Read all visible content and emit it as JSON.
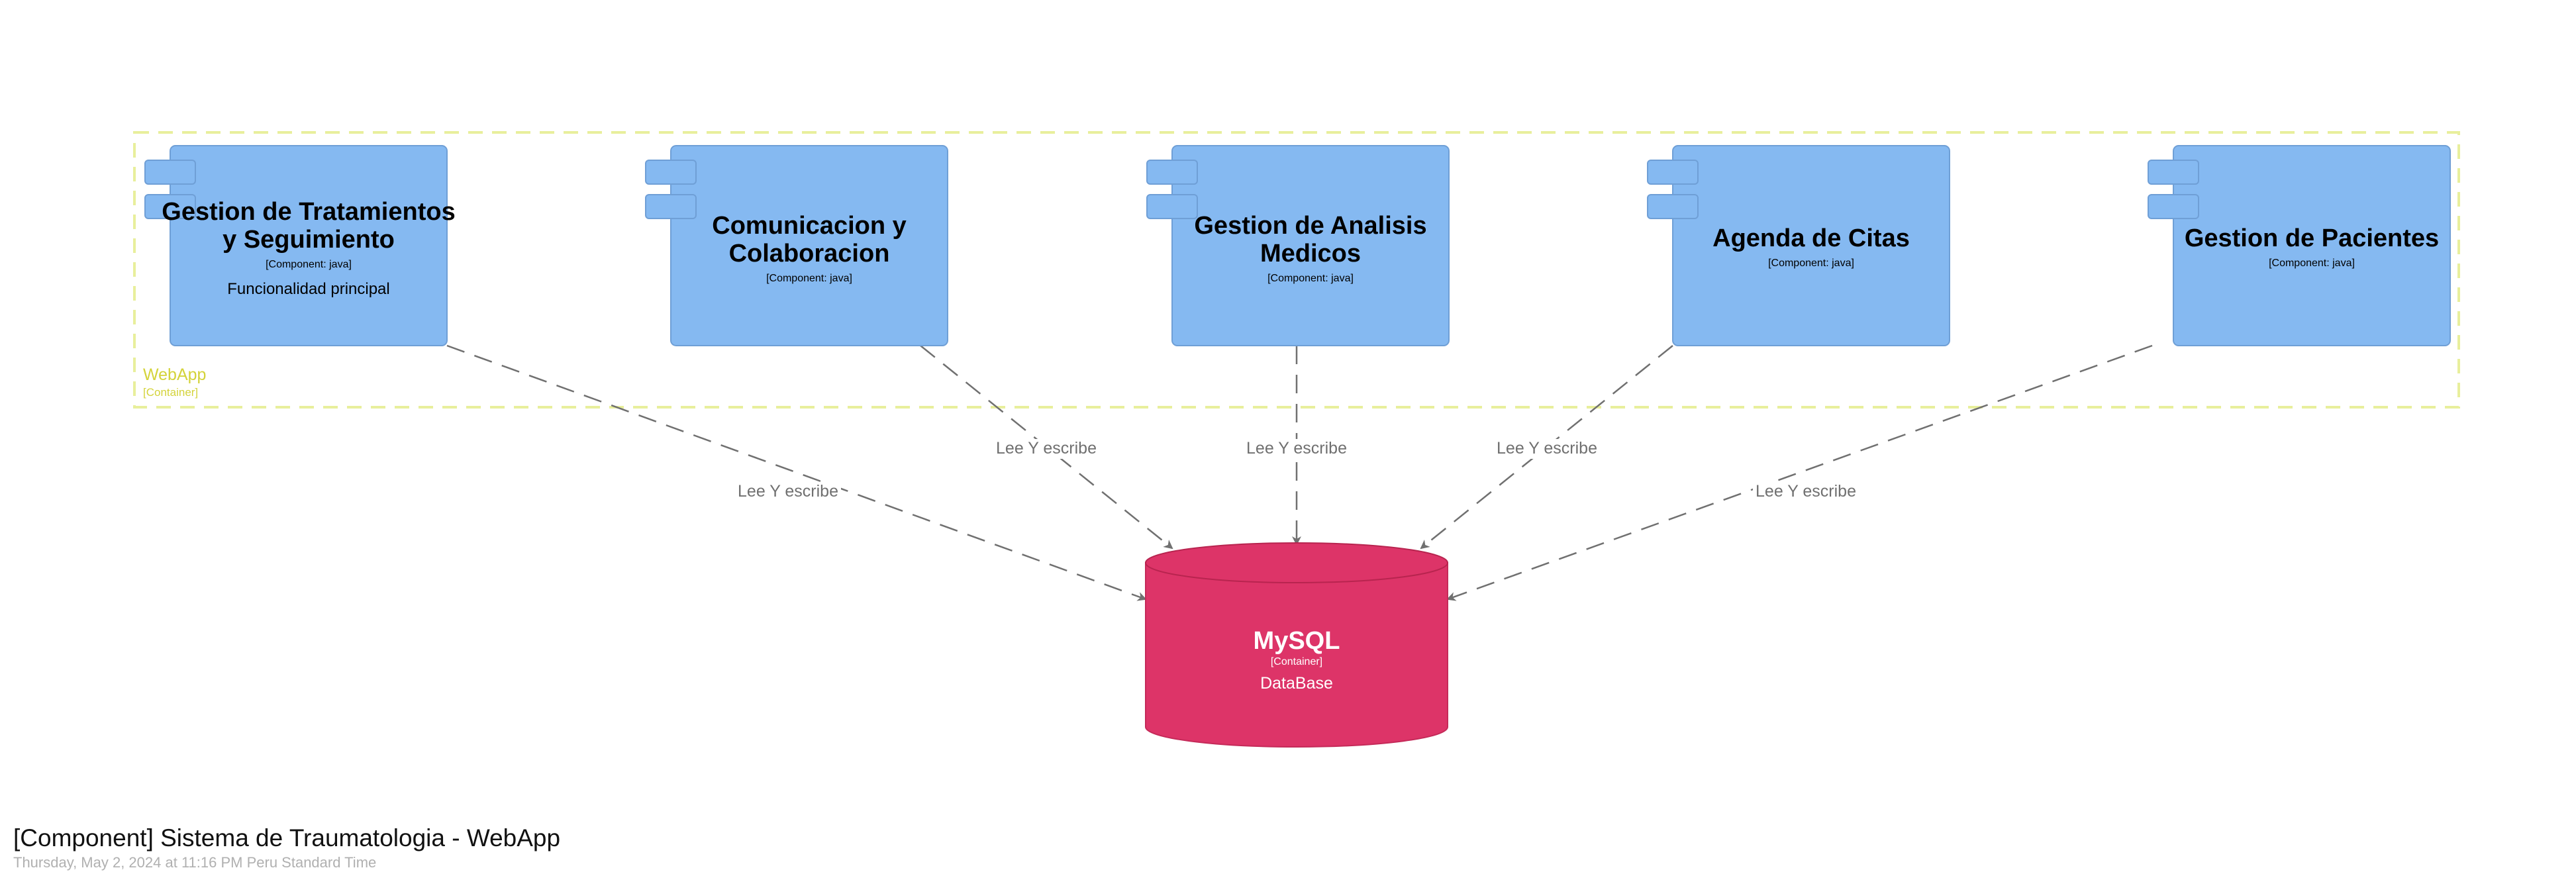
{
  "boundary": {
    "label": "WebApp",
    "type": "[Container]",
    "color": "#e8ef9c"
  },
  "components": [
    {
      "title_lines": [
        "Gestion de Tratamientos",
        "y Seguimiento"
      ],
      "tech": "[Component: java]",
      "desc": "Funcionalidad principal"
    },
    {
      "title_lines": [
        "Comunicacion y",
        "Colaboracion"
      ],
      "tech": "[Component: java]",
      "desc": ""
    },
    {
      "title_lines": [
        "Gestion de Analisis",
        "Medicos"
      ],
      "tech": "[Component: java]",
      "desc": ""
    },
    {
      "title_lines": [
        "Agenda de Citas"
      ],
      "tech": "[Component: java]",
      "desc": ""
    },
    {
      "title_lines": [
        "Gestion de Pacientes"
      ],
      "tech": "[Component: java]",
      "desc": ""
    }
  ],
  "database": {
    "title": "MySQL",
    "tech": "[Container]",
    "desc": "DataBase",
    "color": "#dd3468"
  },
  "relationships": [
    {
      "from": 0,
      "label": "Lee Y escribe"
    },
    {
      "from": 1,
      "label": "Lee Y escribe"
    },
    {
      "from": 2,
      "label": "Lee Y escribe"
    },
    {
      "from": 3,
      "label": "Lee Y escribe"
    },
    {
      "from": 4,
      "label": "Lee Y escribe"
    }
  ],
  "colors": {
    "component": "#85b9f1",
    "component_border": "#6f9fd6",
    "edge": "#707070"
  },
  "footer": {
    "title": "[Component] Sistema de Traumatologia - WebApp",
    "date": "Thursday, May 2, 2024 at 11:16 PM Peru Standard Time"
  }
}
